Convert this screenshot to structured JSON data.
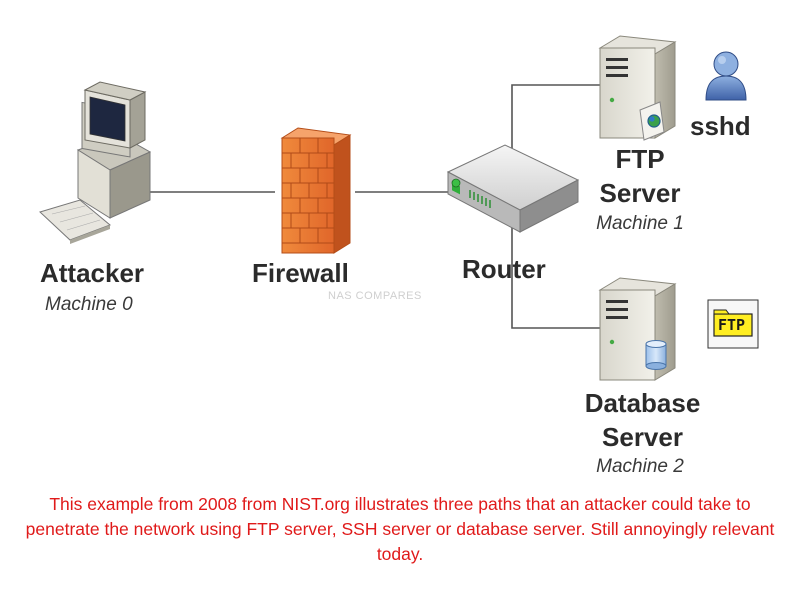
{
  "nodes": {
    "attacker": {
      "title": "Attacker",
      "subtitle": "Machine 0"
    },
    "firewall": {
      "title": "Firewall"
    },
    "router": {
      "title": "Router"
    },
    "ftp_server": {
      "title_line1": "FTP",
      "title_line2": "Server",
      "subtitle": "Machine 1"
    },
    "ssh_service": {
      "label": "sshd"
    },
    "db_server": {
      "title_line1": "Database",
      "title_line2": "Server",
      "subtitle": "Machine 2"
    },
    "ftp_badge": {
      "label": "FTP"
    }
  },
  "watermark": "NAS COMPARES",
  "caption": "This example from 2008 from NIST.org illustrates three paths that an attacker could take to penetrate the network using FTP server, SSH server or database server. Still annoyingly relevant today.",
  "colors": {
    "caption": "#e01a1a",
    "firewall": "#ee7a2f",
    "badge": "#ffee22",
    "user": "#5a7fbf"
  }
}
